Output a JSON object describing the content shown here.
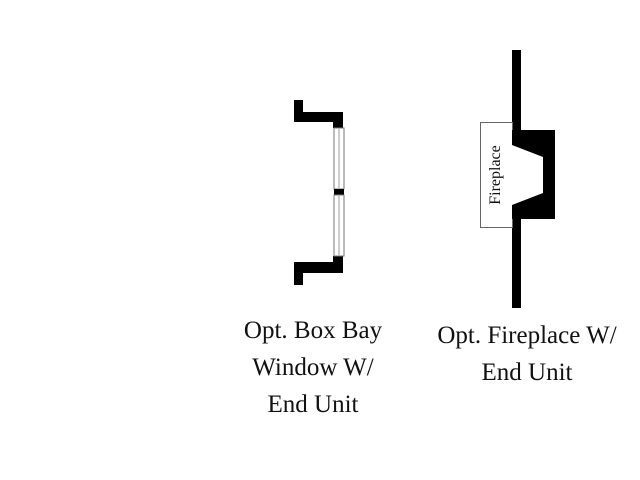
{
  "box_bay": {
    "caption_lines": [
      "Opt. Box Bay",
      "Window W/",
      "End Unit"
    ]
  },
  "fireplace": {
    "label": "Fireplace",
    "caption_lines": [
      "Opt. Fireplace W/",
      "End Unit"
    ]
  }
}
